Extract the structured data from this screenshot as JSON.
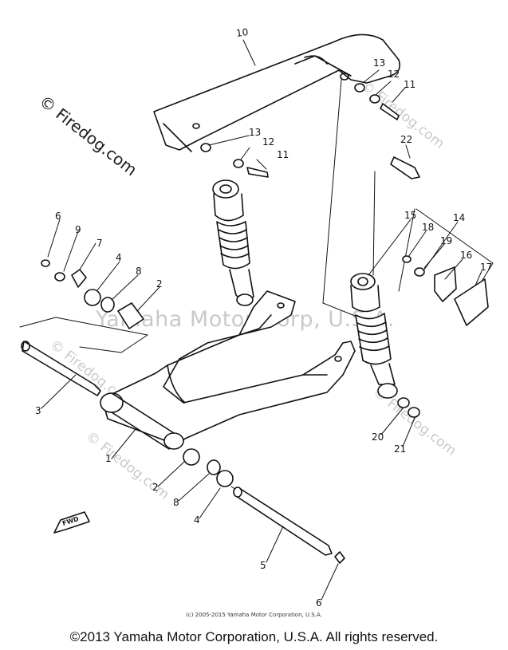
{
  "watermark": {
    "main": "Yamaha Motor Corp, U.S.A.",
    "firedog_mark": "© Firedog.com",
    "firedog_faint": "© Firedog.com"
  },
  "callouts": [
    "10",
    "13",
    "12",
    "11",
    "13",
    "12",
    "11",
    "22",
    "6",
    "9",
    "7",
    "4",
    "8",
    "2",
    "15",
    "18",
    "14",
    "19",
    "16",
    "17",
    "3",
    "1",
    "2",
    "8",
    "4",
    "20",
    "21",
    "5",
    "6"
  ],
  "fwd_label": "FWD",
  "fine_print": "(c) 2005-2015 Yamaha Motor Corporation, U.S.A.",
  "copyright": "©2013 Yamaha Motor Corporation, U.S.A. All rights reserved."
}
